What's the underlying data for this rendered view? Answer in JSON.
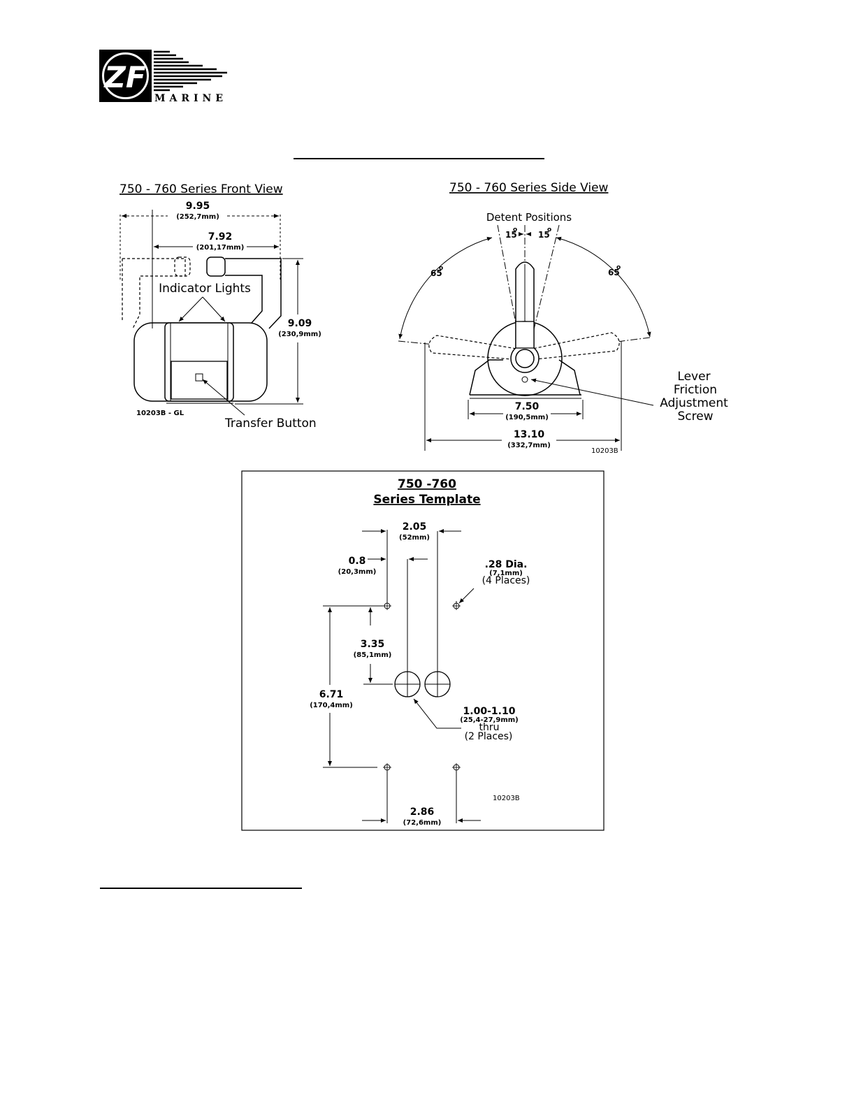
{
  "logo": {
    "letters": "ZF",
    "brand": "MARINE"
  },
  "front_view": {
    "title": "750 - 760 Series Front View",
    "overall_width": "9.95",
    "overall_width_mm": "(252,7mm)",
    "body_width": "7.92",
    "body_width_mm": "(201,17mm)",
    "height": "9.09",
    "height_mm": "(230,9mm)",
    "indicator_label": "Indicator Lights",
    "transfer_label": "Transfer Button",
    "part_no": "10203B - GL"
  },
  "side_view": {
    "title": "750 - 760 Series Side View",
    "detent_label": "Detent Positions",
    "angle_left_small": "15",
    "angle_right_small": "15",
    "angle_left_large": "65",
    "angle_right_large": "65",
    "degree": "o",
    "base_width": "7.50",
    "base_width_mm": "(190,5mm)",
    "overall_width": "13.10",
    "overall_width_mm": "(332,7mm)",
    "friction_lines": [
      "Lever",
      "Friction",
      "Adjustment",
      "Screw"
    ],
    "part_no": "10203B"
  },
  "template": {
    "title_line1": "750 -760",
    "title_line2": "Series Template",
    "hole_spacing": "2.05",
    "hole_spacing_mm": "(52mm)",
    "offset": "0.8",
    "offset_mm": "(20,3mm)",
    "small_hole_dia": ".28 Dia.",
    "small_hole_dia_mm": "(7,1mm)",
    "small_hole_places": "(4 Places)",
    "vertical_offset": "3.35",
    "vertical_offset_mm": "(85,1mm)",
    "overall_height": "6.71",
    "overall_height_mm": "(170,4mm)",
    "large_hole_dia": "1.00-1.10",
    "large_hole_dia_mm": "(25,4-27,9mm)",
    "large_hole_thru": "thru",
    "large_hole_places": "(2 Places)",
    "bottom_spacing": "2.86",
    "bottom_spacing_mm": "(72,6mm)",
    "part_no": "10203B"
  }
}
